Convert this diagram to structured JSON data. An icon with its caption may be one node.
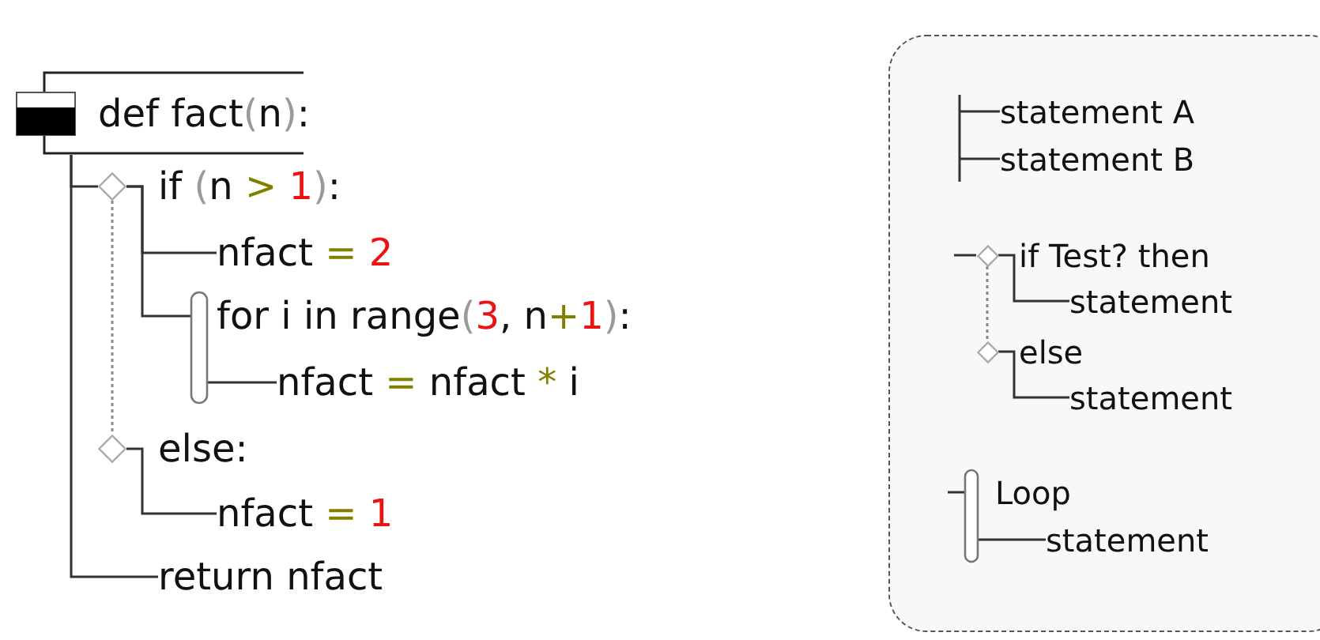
{
  "diagram": {
    "nodes": [
      {
        "text": [
          "def fact(n):"
        ]
      },
      {
        "text": [
          "if (n > 1):"
        ]
      },
      {
        "text": [
          "nfact = 2"
        ]
      },
      {
        "text": [
          "for i in range(3, n+1):"
        ]
      },
      {
        "text": [
          "nfact = nfact * i"
        ]
      },
      {
        "text": [
          "else:"
        ]
      },
      {
        "text": [
          "nfact = 1"
        ]
      },
      {
        "text": [
          "return nfact"
        ]
      },
      {
        "text": [],
        "shape": "box"
      },
      {
        "text": [
          "statement A"
        ],
        "in": 8
      },
      {
        "text": [
          "statement B"
        ],
        "in": 8
      },
      {
        "text": [
          "if Test? then"
        ],
        "in": 8
      },
      {
        "text": [
          "statement"
        ],
        "in": 8
      },
      {
        "text": [
          "else"
        ],
        "in": 8
      },
      {
        "text": [
          "statement"
        ],
        "in": 8
      },
      {
        "text": [
          "Loop"
        ],
        "in": 8
      },
      {
        "text": [
          "statement"
        ],
        "in": 8
      }
    ],
    "edges": [
      {
        "from": 0,
        "to": 1,
        "arrow": "none"
      },
      {
        "from": 1,
        "to": 2,
        "arrow": "none"
      },
      {
        "from": 1,
        "to": 3,
        "arrow": "other"
      },
      {
        "from": 3,
        "to": 4,
        "arrow": "none"
      },
      {
        "from": 1,
        "to": 5,
        "arrow": "none",
        "style": "dashed"
      },
      {
        "from": 5,
        "to": 6,
        "arrow": "none"
      },
      {
        "from": 0,
        "to": 7,
        "arrow": "none"
      },
      {
        "from": null,
        "to": 9,
        "arrow": "none"
      },
      {
        "from": null,
        "to": 10,
        "arrow": "none"
      },
      {
        "from": null,
        "to": 11,
        "arrow": "none"
      },
      {
        "from": 11,
        "to": 12,
        "arrow": "none"
      },
      {
        "from": 11,
        "to": 13,
        "arrow": "none",
        "style": "dashed"
      },
      {
        "from": 13,
        "to": 14,
        "arrow": "none"
      },
      {
        "from": null,
        "to": 15,
        "arrow": "other"
      },
      {
        "from": 15,
        "to": 16,
        "arrow": "none"
      }
    ]
  }
}
